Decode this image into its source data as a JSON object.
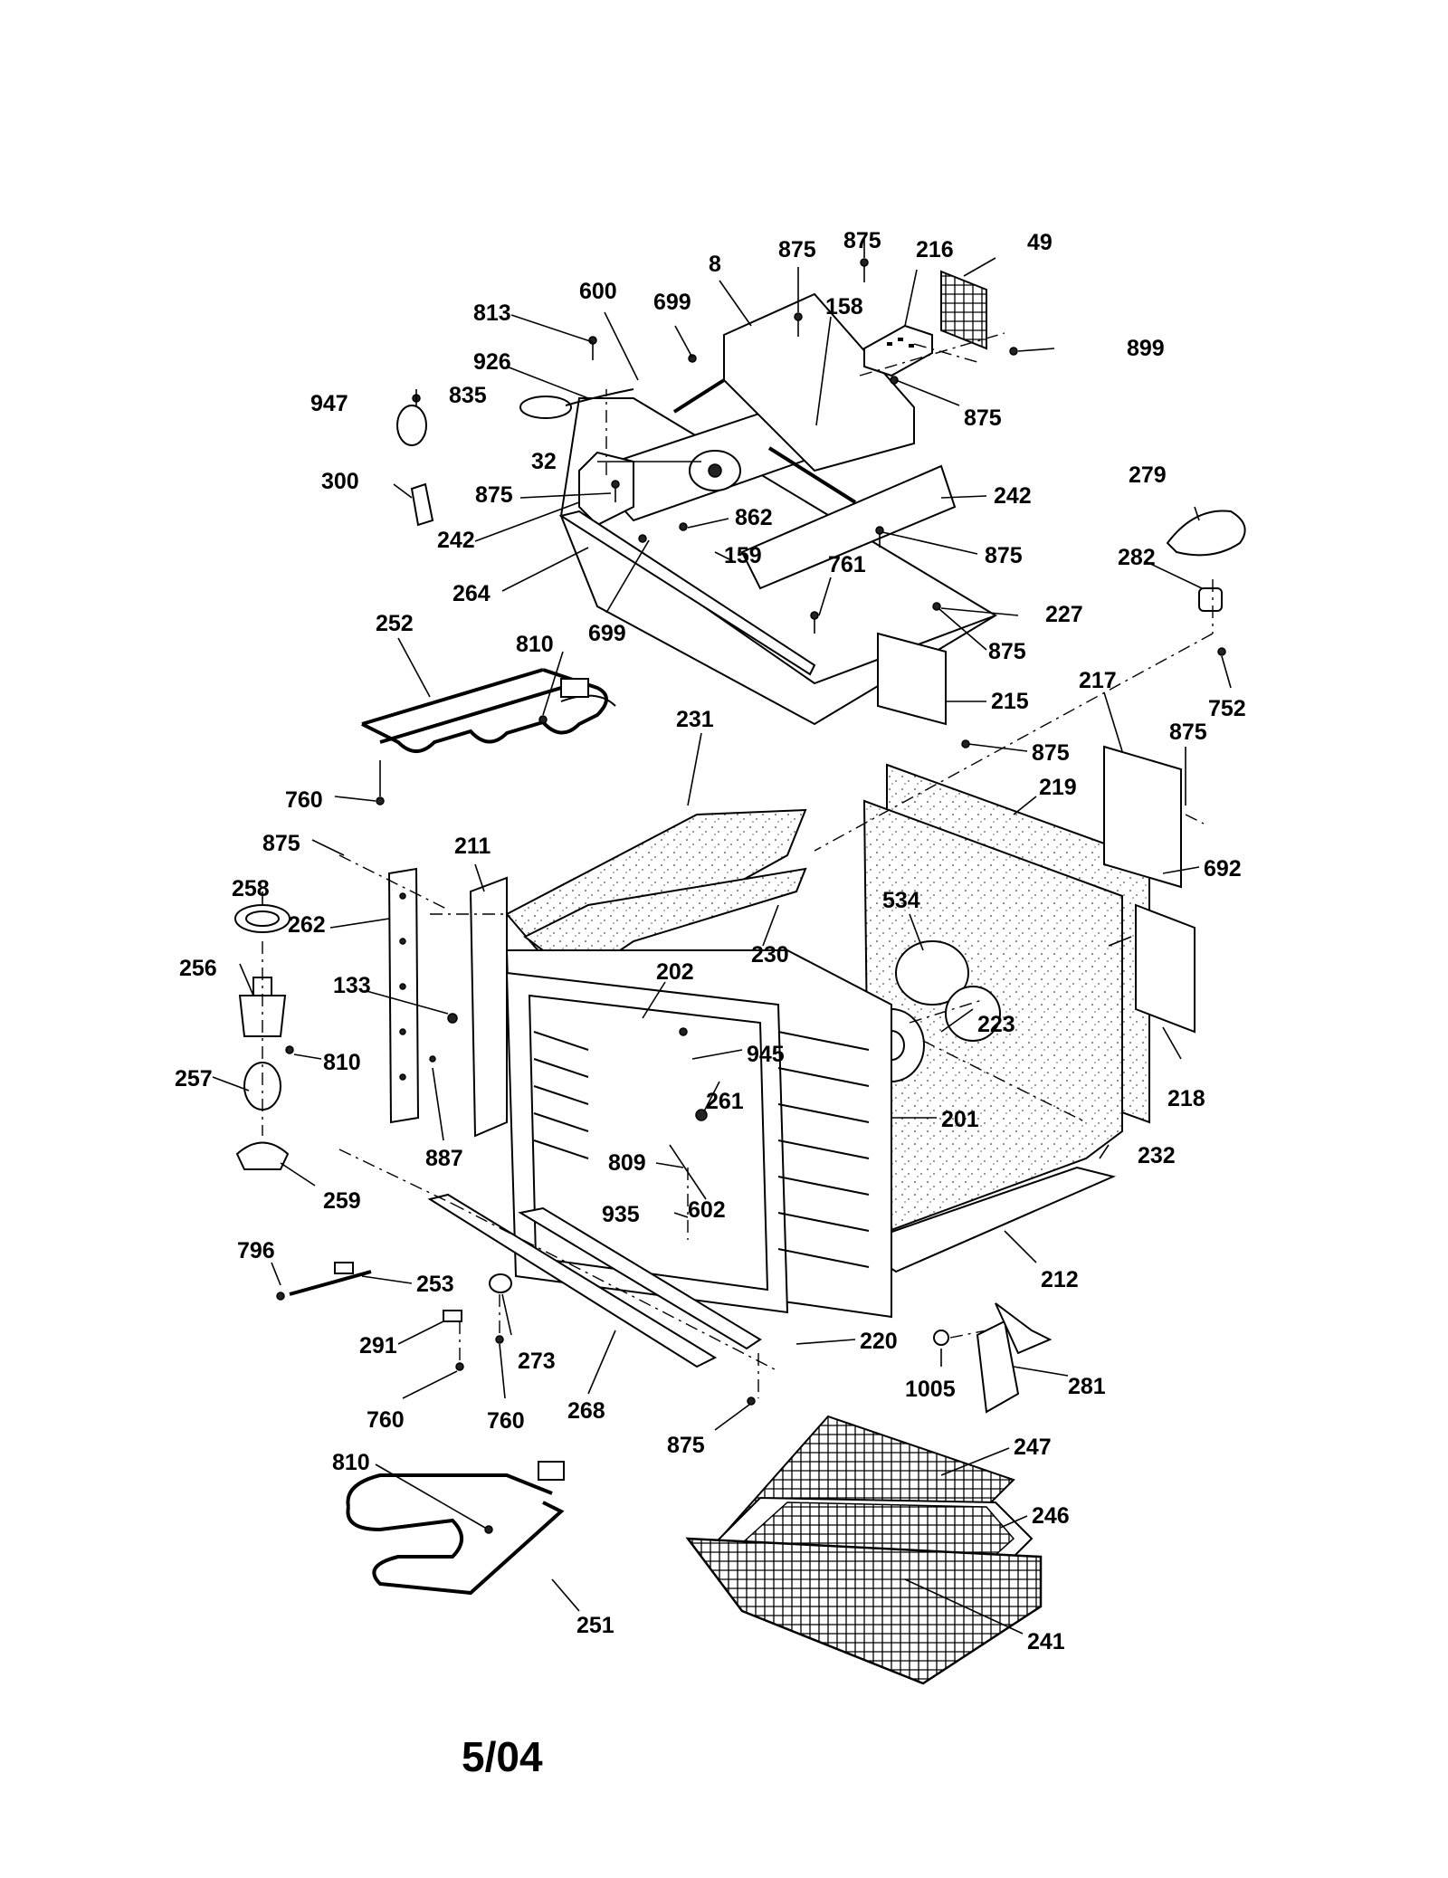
{
  "diagram": {
    "footer_date": "5/04",
    "labels": {
      "l875a": "875",
      "l875b": "875",
      "l216": "216",
      "l49": "49",
      "l8": "8",
      "l158": "158",
      "l600": "600",
      "l699a": "699",
      "l813": "813",
      "l926": "926",
      "l835": "835",
      "l947": "947",
      "l899": "899",
      "l875c": "875",
      "l32": "32",
      "l300": "300",
      "l875d": "875",
      "l242a": "242",
      "l242b": "242",
      "l862": "862",
      "l279": "279",
      "l159": "159",
      "l875e": "875",
      "l264": "264",
      "l761": "761",
      "l282": "282",
      "l699b": "699",
      "l227": "227",
      "l875f": "875",
      "l252": "252",
      "l810a": "810",
      "l215": "215",
      "l217": "217",
      "l752": "752",
      "l231": "231",
      "l875g": "875",
      "l875h": "875",
      "l760a": "760",
      "l219": "219",
      "l875i": "875",
      "l211": "211",
      "l692": "692",
      "l258": "258",
      "l262": "262",
      "l534": "534",
      "l230": "230",
      "l133": "133",
      "l202": "202",
      "l256": "256",
      "l223": "223",
      "l945": "945",
      "l810b": "810",
      "l257": "257",
      "l218": "218",
      "l261": "261",
      "l201": "201",
      "l887": "887",
      "l232": "232",
      "l809": "809",
      "l259": "259",
      "l602": "602",
      "l935": "935",
      "l796": "796",
      "l212": "212",
      "l253": "253",
      "l291": "291",
      "l273": "273",
      "l220": "220",
      "l281": "281",
      "l760b": "760",
      "l268": "268",
      "l1005": "1005",
      "l760c": "760",
      "l875j": "875",
      "l247": "247",
      "l810c": "810",
      "l246": "246",
      "l251": "251",
      "l241": "241"
    }
  }
}
